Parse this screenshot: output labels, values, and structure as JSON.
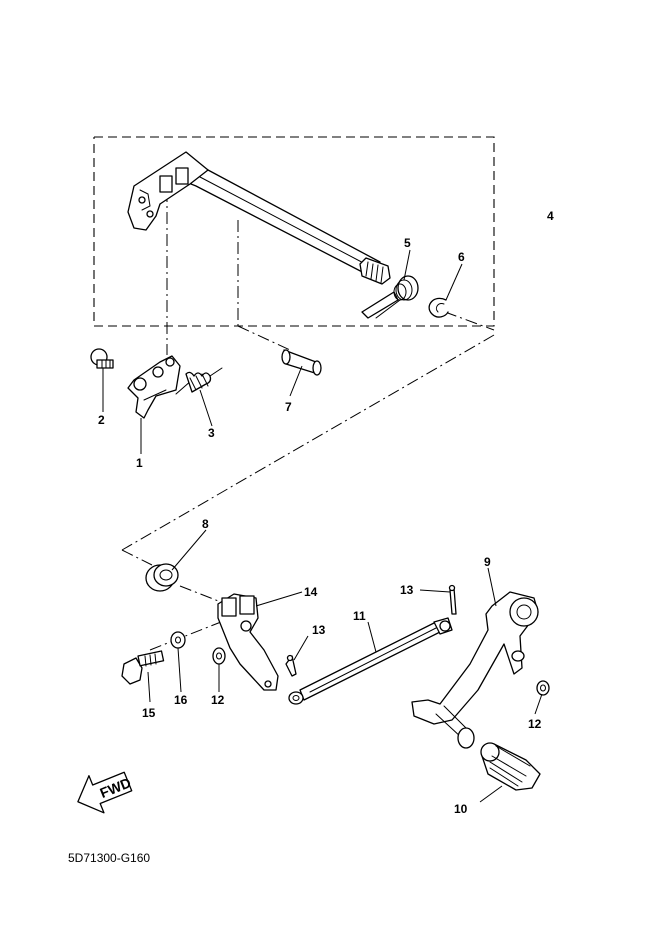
{
  "diagram": {
    "drawing_code": "5D71300-G160",
    "direction_arrow": "FWD",
    "part_labels": {
      "p1": "1",
      "p2": "2",
      "p3": "3",
      "p4": "4",
      "p5": "5",
      "p6": "6",
      "p7": "7",
      "p8": "8",
      "p9": "9",
      "p10": "10",
      "p11": "11",
      "p12a": "12",
      "p12b": "12",
      "p13a": "13",
      "p13b": "13",
      "p14": "14",
      "p15": "15",
      "p16": "16"
    }
  }
}
